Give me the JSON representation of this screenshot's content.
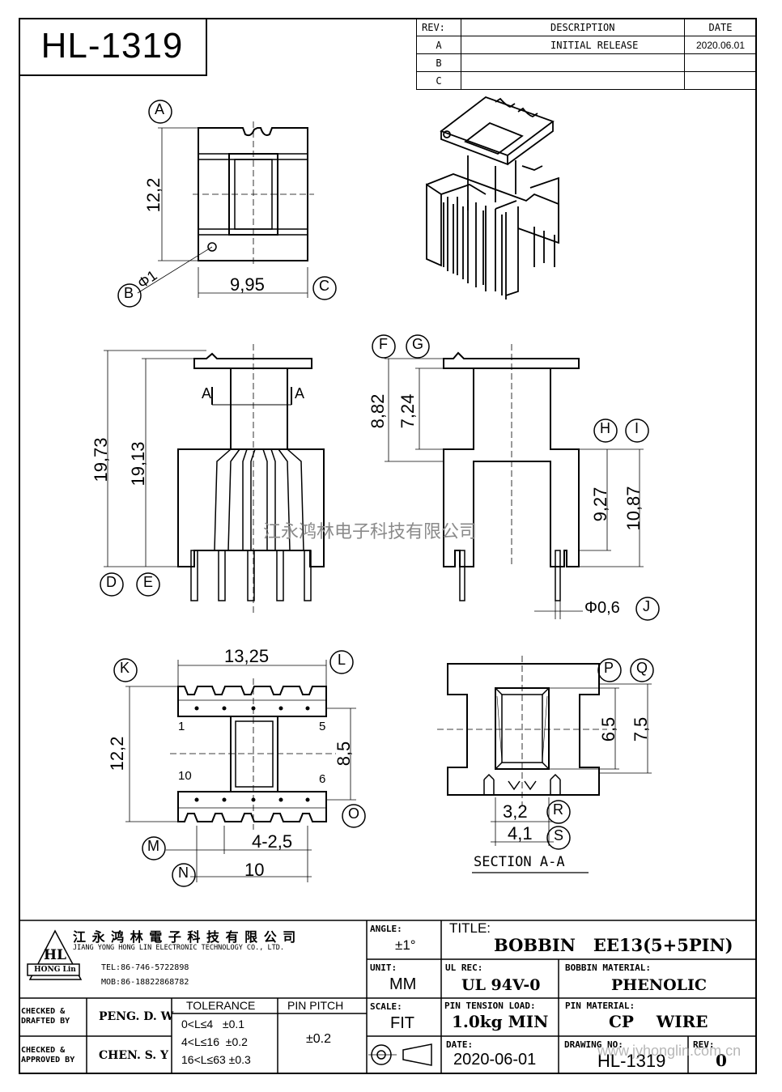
{
  "title_block_top": {
    "model": "HL-1319"
  },
  "revision": {
    "headers": {
      "rev": "REV:",
      "description": "DESCRIPTION",
      "date": "DATE"
    },
    "rows": [
      {
        "rev": "A",
        "description": "INITIAL RELEASE",
        "date": "2020.06.01"
      },
      {
        "rev": "B",
        "description": "",
        "date": ""
      },
      {
        "rev": "C",
        "description": "",
        "date": ""
      }
    ]
  },
  "labels": {
    "A": "A",
    "B": "B",
    "C": "C",
    "D": "D",
    "E": "E",
    "F": "F",
    "G": "G",
    "H": "H",
    "I": "I",
    "J": "J",
    "K": "K",
    "L": "L",
    "M": "M",
    "N": "N",
    "O": "O",
    "P": "P",
    "Q": "Q",
    "R": "R",
    "S": "S"
  },
  "dimensions": {
    "top_height": "12,2",
    "top_width": "9,95",
    "hole_dia": "Φ1",
    "front_h1": "19,73",
    "front_h2": "19,13",
    "section_mark_left": "A",
    "section_mark_right": "A",
    "side_h1": "8,82",
    "side_h2": "7,24",
    "side_h3": "9,27",
    "side_h4": "10,87",
    "pin_dia": "Φ0,6",
    "bottom_width": "13,25",
    "bottom_height": "12,2",
    "bottom_span": "8,5",
    "pin_pitch_dim": "4-2,5",
    "pin_row": "10",
    "sec_h1": "6,5",
    "sec_h2": "7,5",
    "sec_w1": "3,2",
    "sec_w2": "4,1",
    "section_caption": "SECTION A-A"
  },
  "pin_numbers": {
    "p1": "1",
    "p5": "5",
    "p10": "10",
    "p6": "6"
  },
  "watermark": "江永鸿林电子科技有限公司",
  "company": {
    "name_cn": "江 永 鸿 林 電 子 科 技 有 限 公 司",
    "name_en": "JIANG YONG HONG LIN ELECTRONIC TECHNOLOGY CO., LTD.",
    "tel": "TEL:86-746-5722898",
    "mob": "MOB:86-18822868782",
    "logo_letters": "HL",
    "logo_text": "HONG Lin"
  },
  "title_block": {
    "angle_label": "ANGLE:",
    "angle_value": "±1°",
    "title_label": "TITLE:",
    "title_value": "BOBBIN   EE13(5+5PIN)",
    "unit_label": "UNIT:",
    "unit_value": "MM",
    "ul_label": "UL REC:",
    "ul_value": "UL 94V-0",
    "bobbin_material_label": "BOBBIN MATERIAL:",
    "bobbin_material_value": "PHENOLIC",
    "checked_drafted_label": "CHECKED & DRAFTED BY",
    "checked_drafted_value": "PENG. D. W",
    "tolerance_label": "TOLERANCE",
    "tolerance_rows": [
      "0<L≤4   ±0.1",
      "4<L≤16  ±0.2",
      "16<L≤63 ±0.3"
    ],
    "pin_pitch_label": "PIN PITCH",
    "pin_pitch_value": "±0.2",
    "scale_label": "SCALE:",
    "scale_value": "FIT",
    "pin_tension_label": "PIN TENSION LOAD:",
    "pin_tension_value": "1.0kg MIN",
    "pin_material_label": "PIN MATERIAL:",
    "pin_material_value": "CP    WIRE",
    "checked_approved_label": "CHECKED & APPROVED BY",
    "checked_approved_value": "CHEN. S. Y",
    "date_label": "DATE:",
    "date_value": "2020-06-01",
    "drawing_no_label": "DRAWING NO:",
    "drawing_no_value": "HL-1319",
    "rev_label": "REV:",
    "rev_value": "0",
    "site_watermark": "www.jyhonglin.com.cn"
  }
}
